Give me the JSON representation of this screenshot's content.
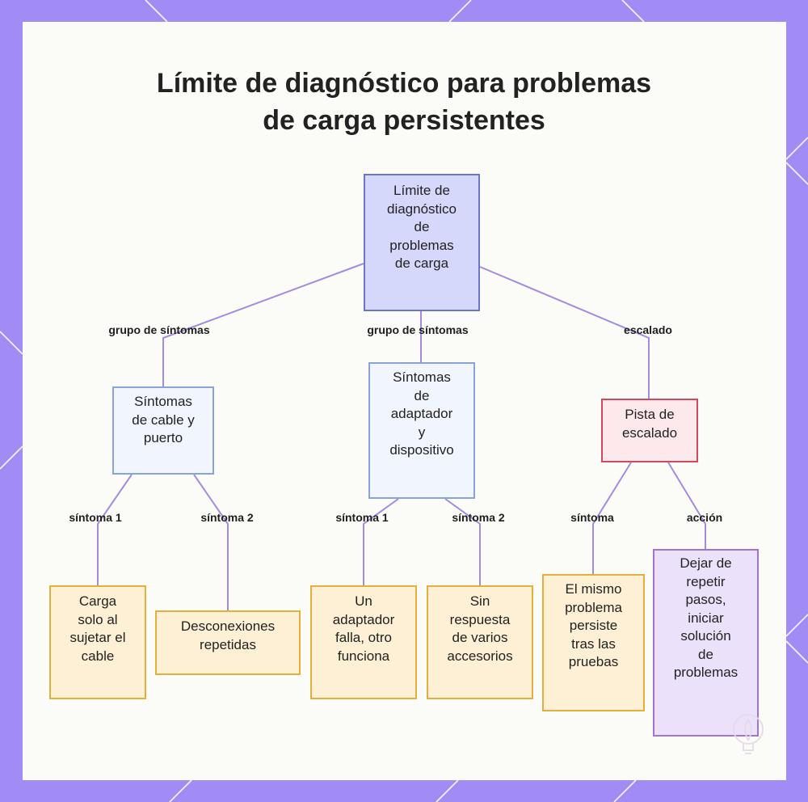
{
  "title": {
    "line1": "Límite de diagnóstico para problemas",
    "line2": "de carga persistentes"
  },
  "nodes": {
    "root": [
      "Límite de",
      "diagnóstico",
      "de",
      "problemas",
      "de carga"
    ],
    "cable_port": [
      "Síntomas",
      "de cable y",
      "puerto"
    ],
    "adapter_device": [
      "Síntomas",
      "de",
      "adaptador",
      "y",
      "dispositivo"
    ],
    "escalation": [
      "Pista de",
      "escalado"
    ],
    "cable_hold": [
      "Carga",
      "solo al",
      "sujetar el",
      "cable"
    ],
    "disconnects": [
      "Desconexiones",
      "repetidas"
    ],
    "one_adapter": [
      "Un",
      "adaptador",
      "falla, otro",
      "funciona"
    ],
    "no_response": [
      "Sin",
      "respuesta",
      "de varios",
      "accesorios"
    ],
    "same_problem": [
      "El mismo",
      "problema",
      "persiste",
      "tras las",
      "pruebas"
    ],
    "stop_repeating": [
      "Dejar de",
      "repetir",
      "pasos,",
      "iniciar",
      "solución",
      "de",
      "problemas"
    ]
  },
  "edge_labels": {
    "root_to_cable": "grupo de síntomas",
    "root_to_adapter": "grupo de síntomas",
    "root_to_escalation": "escalado",
    "cable_symptom1": "síntoma 1",
    "cable_symptom2": "síntoma 2",
    "adapter_symptom1": "síntoma 1",
    "adapter_symptom2": "síntoma 2",
    "escalation_symptom": "síntoma",
    "escalation_action": "acción"
  },
  "colors": {
    "frame": "#a08cf4",
    "edge": "#a48be0",
    "root_fill": "#d5d7fb",
    "group_fill": "#f1f5fd",
    "escalation_fill": "#fde8ec",
    "leaf_fill": "#fdf0d4",
    "action_fill": "#ece1fa"
  },
  "icons": [
    "lightbulb-logo-icon"
  ]
}
